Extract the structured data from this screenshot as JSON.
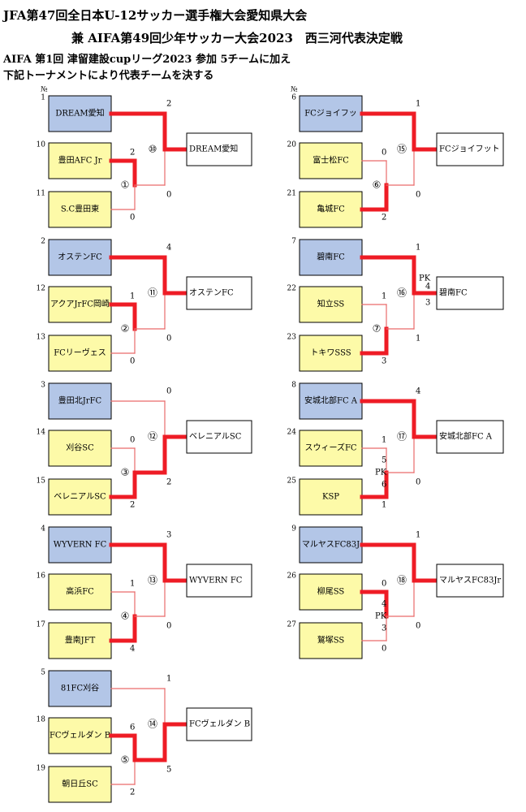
{
  "header": {
    "line1": "JFA第47回全日本U-12サッカー選手権大会愛知県大会",
    "line2": "兼 AIFA第49回少年サッカー大会2023　西三河代表決定戦",
    "line3": "AIFA 第1回 津留建設cupリーグ2023 参加 5チームに加え",
    "line4": "下記トーナメントにより代表チームを決する"
  },
  "seed_mark": "№",
  "pk_label": "PK",
  "colors": {
    "win_line": "#ee1c25",
    "lose_line": "#e96a6a",
    "seeded_box": "#b3c6e7",
    "team_box": "#fdfaa8"
  },
  "matches": [
    {
      "id": "⑩",
      "seed": {
        "no": "1",
        "name": "DREAM愛知",
        "score": "2"
      },
      "winner": "DREAM愛知",
      "top_wins": true,
      "sub": {
        "id": "①",
        "top": {
          "no": "10",
          "name": "豊田AFC Jr",
          "score": "2"
        },
        "bot": {
          "no": "11",
          "name": "S.C豊田東",
          "score": "0"
        },
        "top_wins": true,
        "score_vs_seed": "0"
      }
    },
    {
      "id": "⑪",
      "seed": {
        "no": "2",
        "name": "オステンFC",
        "score": "4"
      },
      "winner": "オステンFC",
      "top_wins": true,
      "sub": {
        "id": "②",
        "top": {
          "no": "12",
          "name": "アクアJrFC岡崎",
          "score": "1"
        },
        "bot": {
          "no": "13",
          "name": "FCリーヴェス",
          "score": "0"
        },
        "top_wins": true,
        "score_vs_seed": "0"
      }
    },
    {
      "id": "⑫",
      "seed": {
        "no": "3",
        "name": "豊田北JrFC",
        "score": "0"
      },
      "winner": "ベレニアルSC",
      "top_wins": false,
      "sub": {
        "id": "③",
        "top": {
          "no": "14",
          "name": "刈谷SC",
          "score": "0"
        },
        "bot": {
          "no": "15",
          "name": "ベレニアルSC",
          "score": "2"
        },
        "top_wins": false,
        "score_vs_seed": "2"
      }
    },
    {
      "id": "⑬",
      "seed": {
        "no": "4",
        "name": "WYVERN FC",
        "score": "3"
      },
      "winner": "WYVERN FC",
      "top_wins": true,
      "sub": {
        "id": "④",
        "top": {
          "no": "16",
          "name": "高浜FC",
          "score": "1"
        },
        "bot": {
          "no": "17",
          "name": "豊南JFT",
          "score": "4"
        },
        "top_wins": false,
        "score_vs_seed": "0"
      }
    },
    {
      "id": "⑭",
      "seed": {
        "no": "5",
        "name": "81FC刈谷",
        "score": "1"
      },
      "winner": "FCヴェルダン B",
      "top_wins": false,
      "sub": {
        "id": "⑤",
        "top": {
          "no": "18",
          "name": "FCヴェルダン B",
          "score": "6"
        },
        "bot": {
          "no": "19",
          "name": "朝日丘SC",
          "score": "2"
        },
        "top_wins": true,
        "score_vs_seed": "5"
      }
    },
    {
      "id": "⑮",
      "seed": {
        "no": "6",
        "name": "FCジョイフッ",
        "score": "1"
      },
      "winner": "FCジョイフット",
      "top_wins": true,
      "sub": {
        "id": "⑥",
        "top": {
          "no": "20",
          "name": "富士松FC",
          "score": "0"
        },
        "bot": {
          "no": "21",
          "name": "亀城FC",
          "score": "2"
        },
        "top_wins": false,
        "score_vs_seed": "0"
      }
    },
    {
      "id": "⑯",
      "seed": {
        "no": "7",
        "name": "碧南FC",
        "score": "1"
      },
      "winner": "碧南FC",
      "top_wins": true,
      "pk": {
        "top": "4",
        "bot": "3"
      },
      "sub": {
        "id": "⑦",
        "top": {
          "no": "22",
          "name": "知立SS",
          "score": "1"
        },
        "bot": {
          "no": "23",
          "name": "トキワSSS",
          "score": "3"
        },
        "top_wins": false,
        "score_vs_seed": "1"
      }
    },
    {
      "id": "⑰",
      "seed": {
        "no": "8",
        "name": "安城北部FC A",
        "score": "4"
      },
      "winner": "安城北部FC A",
      "top_wins": true,
      "sub": {
        "id": "",
        "top": {
          "no": "24",
          "name": "スウィーズFC",
          "score": "1"
        },
        "bot": {
          "no": "25",
          "name": "KSP",
          "score": "1"
        },
        "top_wins": false,
        "pk": {
          "top": "5",
          "bot": "6"
        },
        "score_vs_seed": "0"
      }
    },
    {
      "id": "⑱",
      "seed": {
        "no": "9",
        "name": "マルヤスFC83J",
        "score": "1"
      },
      "winner": "マルヤスFC83Jr",
      "top_wins": true,
      "sub": {
        "id": "",
        "top": {
          "no": "26",
          "name": "柳尾SS",
          "score": "0"
        },
        "bot": {
          "no": "27",
          "name": "鷲塚SS",
          "score": "0"
        },
        "top_wins": true,
        "pk": {
          "top": "4",
          "bot": "3"
        },
        "score_vs_seed": "0"
      }
    }
  ]
}
